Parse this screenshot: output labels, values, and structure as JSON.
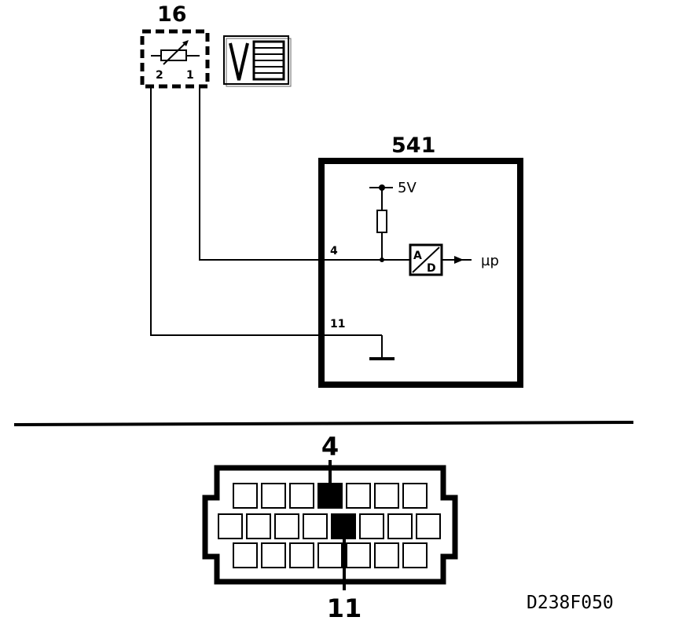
{
  "sensor": {
    "label": "16",
    "pin_left": "2",
    "pin_right": "1"
  },
  "ecu": {
    "label": "541",
    "supply_label": "5V",
    "pin_signal": "4",
    "pin_ground": "11",
    "adc_top": "A",
    "adc_bottom": "D",
    "output_label": "µp"
  },
  "connector": {
    "pin_top_label": "4",
    "pin_bottom_label": "11",
    "rows": [
      {
        "cells": 7,
        "highlight": 4
      },
      {
        "cells": 8,
        "highlight": 5
      },
      {
        "cells": 7,
        "highlight": 0
      }
    ]
  },
  "figure_code": "D238F050",
  "colors": {
    "ink": "#000000",
    "paper": "#ffffff"
  }
}
